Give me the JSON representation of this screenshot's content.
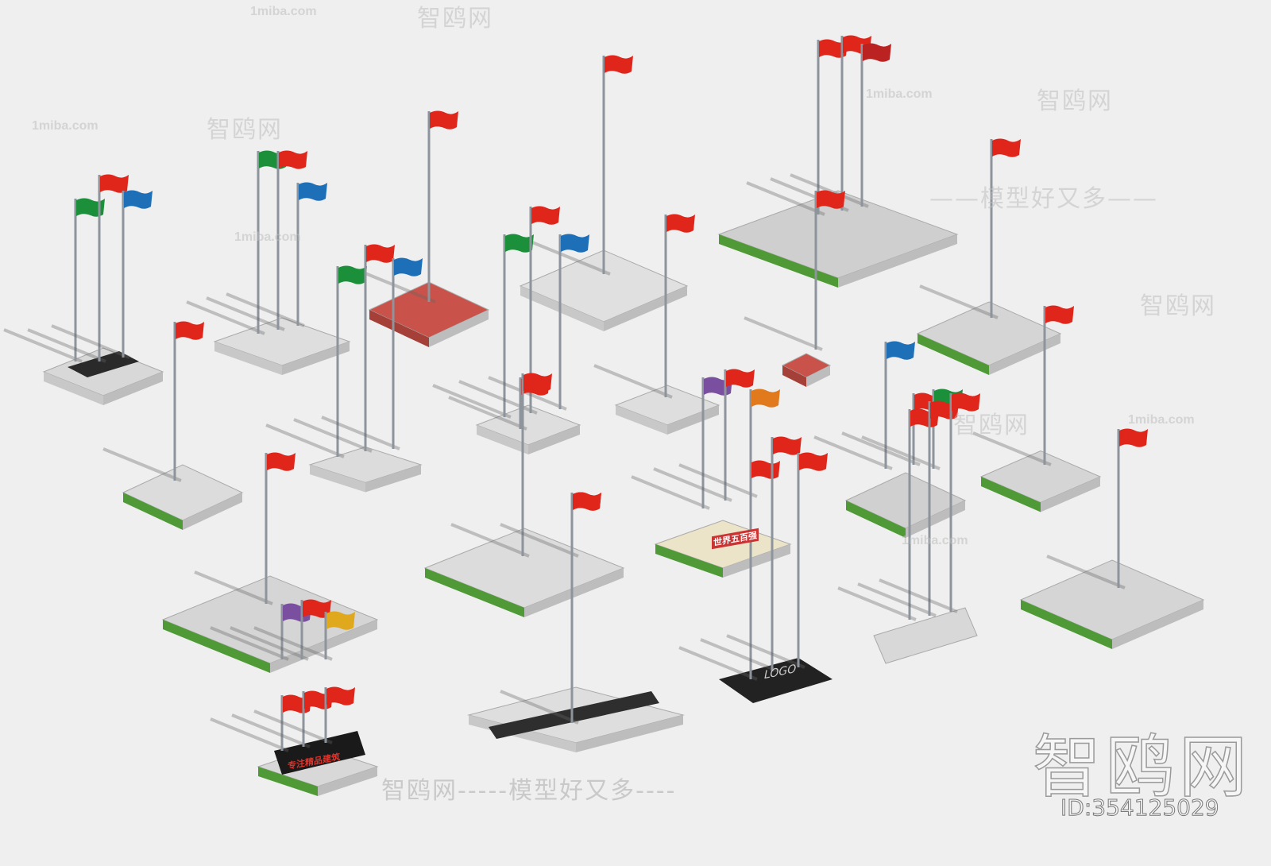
{
  "watermarks": {
    "site": "1miba.com",
    "brand": "智鸥网",
    "slogan_line": "智鸥网-----模型好又多----",
    "slogan": "——模型好又多——",
    "big_brand": "智鸥网",
    "id_label": "ID:354125029"
  },
  "signs": {
    "led_sign": "专注精品建筑",
    "wall_sign": "世界五百强",
    "logo_plate": "LOGO"
  },
  "colors": {
    "background": "#efefef",
    "flag_red": "#e0251b",
    "grass": "#4f9a36",
    "stone": "#d4d4d4",
    "red_platform": "#c9524a"
  }
}
